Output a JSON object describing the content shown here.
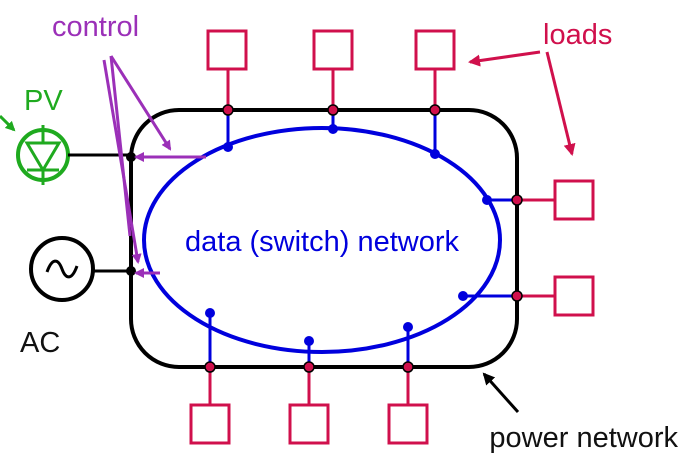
{
  "labels": {
    "control": "control",
    "pv": "PV",
    "ac": "AC",
    "loads": "loads",
    "data_network": "data (switch) network",
    "power_network": "power network"
  },
  "colors": {
    "power": "#000000",
    "data": "#0000dd",
    "load": "#d0104c",
    "control": "#9b30b8",
    "pv": "#1faa1f",
    "text_black": "#111111"
  },
  "icons": {
    "pv": "photodiode-icon",
    "ac": "ac-source-icon",
    "load": "load-box-icon"
  }
}
